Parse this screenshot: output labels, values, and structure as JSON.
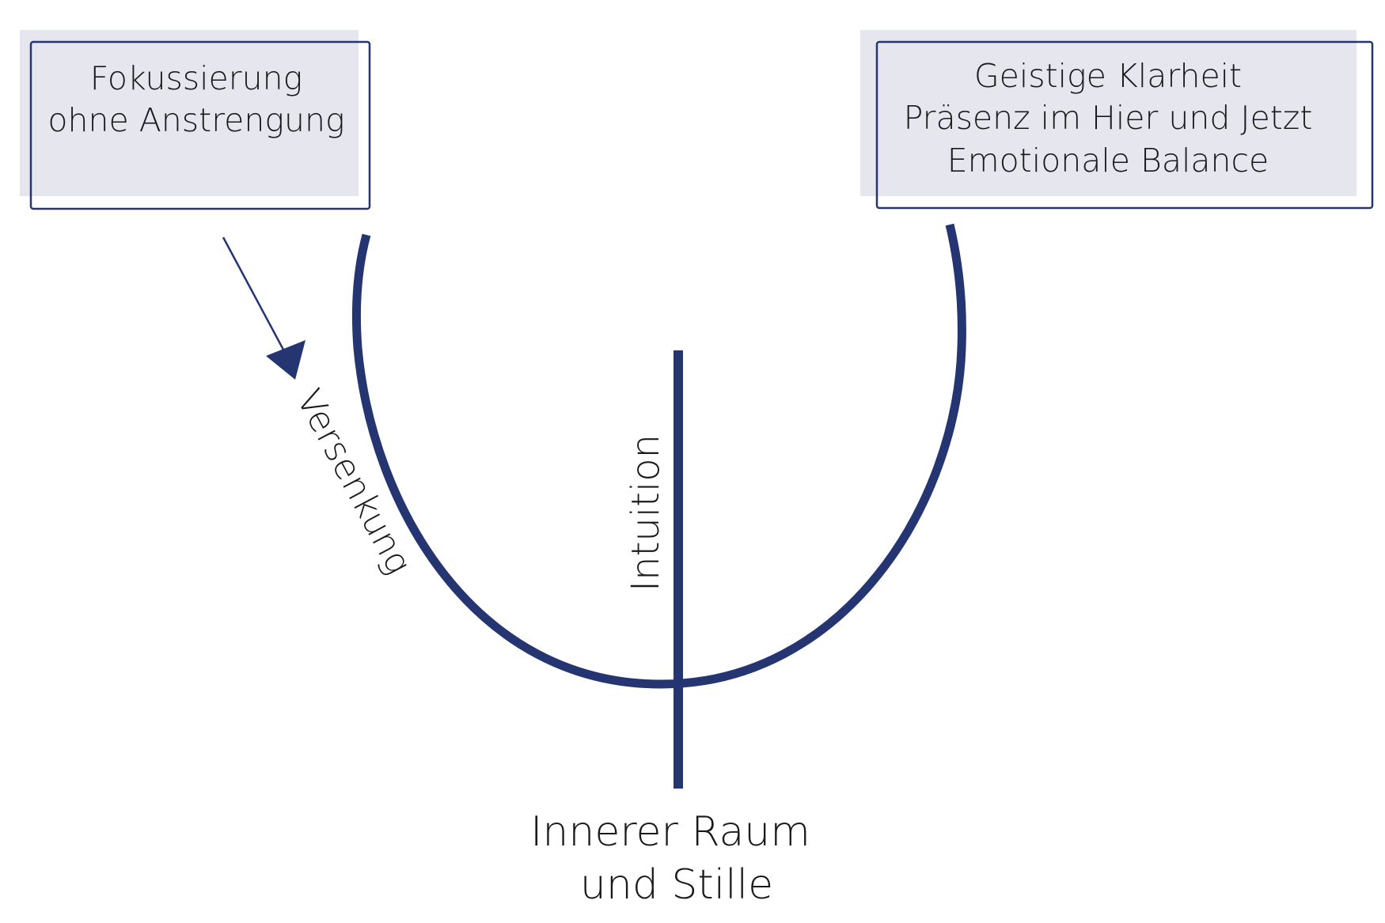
{
  "colors": {
    "stroke": "#253572",
    "box_fill": "#e6e7ee",
    "text": "#1a1a1a"
  },
  "left_box": {
    "line1": "Fokussierung",
    "line2": "ohne Anstrengung"
  },
  "right_box": {
    "line1": "Geistige Klarheit",
    "line2": "Präsenz im Hier und Jetzt",
    "line3": "Emotionale Balance"
  },
  "labels": {
    "descent": "Versenkung",
    "axis": "Intuition",
    "bottom_line1": "Innerer Raum",
    "bottom_line2": "und Stille"
  }
}
